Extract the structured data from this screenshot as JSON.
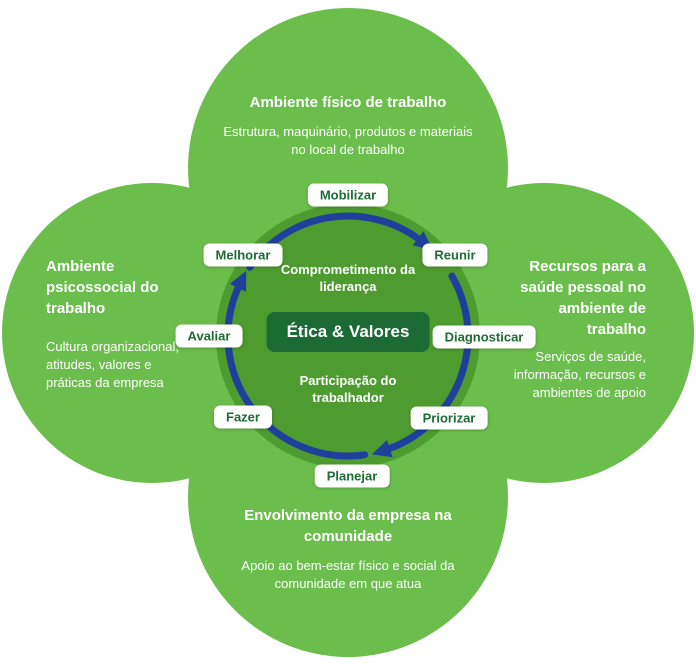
{
  "diagram": {
    "petals": {
      "top": {
        "title": "Ambiente físico de trabalho",
        "description": "Estrutura, maquinário, produtos e materiais no local de trabalho"
      },
      "left": {
        "title": "Ambiente psicossocial do trabalho",
        "description": "Cultura organizacional, atitudes, valores e práticas da empresa"
      },
      "right": {
        "title": "Recursos para a saúde pessoal no ambiente de trabalho",
        "description": "Serviços de saúde, informação, recursos e ambientes de apoio"
      },
      "bottom": {
        "title": "Envolvimento da empresa na comunidade",
        "description": "Apoio ao bem-estar físico e social da comunidade em que atua"
      }
    },
    "center": {
      "leadership_label": "Comprometimento da liderança",
      "core_label": "Ética & Valores",
      "worker_label": "Participação do trabalhador"
    },
    "cycle_steps": [
      "Mobilizar",
      "Reunir",
      "Diagnosticar",
      "Priorizar",
      "Planejar",
      "Fazer",
      "Avaliar",
      "Melhorar"
    ],
    "colors": {
      "petal_green": "#6CBE4C",
      "center_green": "#4E9C30",
      "core_dark_green": "#1C6B35",
      "arrow_blue": "#1E409C",
      "pill_text_green": "#1D6B35"
    }
  }
}
